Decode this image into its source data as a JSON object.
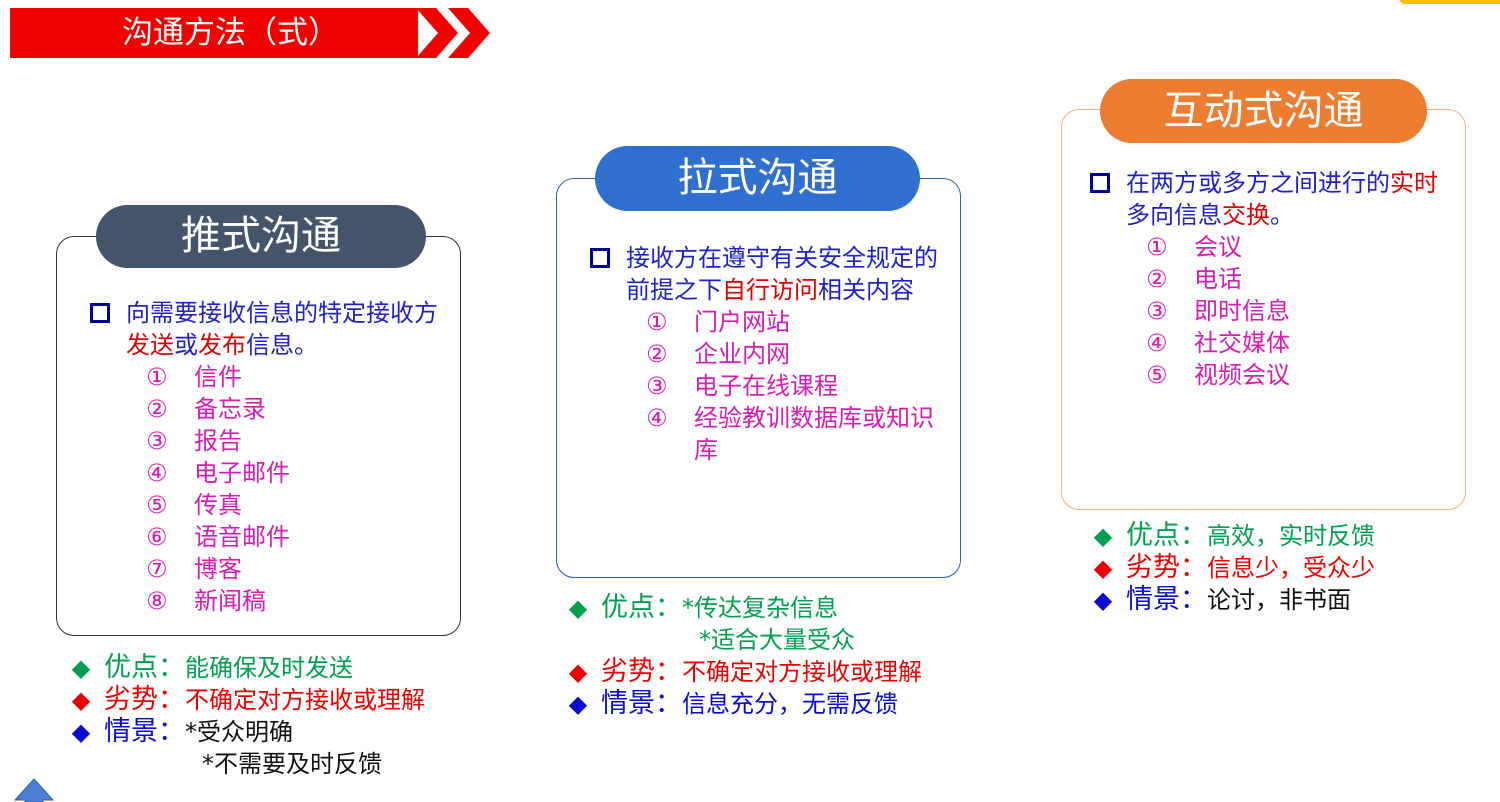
{
  "header": {
    "title": "沟通方法（式）"
  },
  "colors": {
    "header_bar": "#f20000",
    "push": "#44546a",
    "pull": "#2e6fd0",
    "interactive": "#ed7d31",
    "pro": "#00a050",
    "con": "#ee0000",
    "scene": "#0a0ad0"
  },
  "icons": {
    "chevrons": "double-chevron-right-icon",
    "up": "up-arrow-icon",
    "square_bullet": "square-bullet-icon",
    "diamond": "diamond-bullet-icon"
  },
  "push": {
    "title": "推式沟通",
    "desc_pre": "向需要接收信息的特定接收方",
    "desc_hl1": "发送",
    "desc_mid": "或",
    "desc_hl2": "发布",
    "desc_post": "信息。",
    "items": [
      {
        "num": "①",
        "text": "信件"
      },
      {
        "num": "②",
        "text": "备忘录"
      },
      {
        "num": "③",
        "text": "报告"
      },
      {
        "num": "④",
        "text": "电子邮件"
      },
      {
        "num": "⑤",
        "text": "传真"
      },
      {
        "num": "⑥",
        "text": "语音邮件"
      },
      {
        "num": "⑦",
        "text": "博客"
      },
      {
        "num": "⑧",
        "text": "新闻稿"
      }
    ],
    "pro_label": "优点：",
    "pro_text": "能确保及时发送",
    "con_label": "劣势：",
    "con_text": "不确定对方接收或理解",
    "scene_label": "情景：",
    "scene_text1": "*受众明确",
    "scene_text2": "*不需要及时反馈"
  },
  "pull": {
    "title": "拉式沟通",
    "desc_pre": "接收方在遵守有关安全规定的前提之下",
    "desc_hl": "自行访问",
    "desc_post": "相关内容",
    "items": [
      {
        "num": "①",
        "text": "门户网站"
      },
      {
        "num": "②",
        "text": "企业内网"
      },
      {
        "num": "③",
        "text": "电子在线课程"
      },
      {
        "num": "④",
        "text": "经验教训数据库或知识库"
      }
    ],
    "pro_label": "优点：",
    "pro_text1": "*传达复杂信息",
    "pro_text2": "*适合大量受众",
    "con_label": "劣势：",
    "con_text": "不确定对方接收或理解",
    "scene_label": "情景：",
    "scene_text": "信息充分，无需反馈"
  },
  "interactive": {
    "title": "互动式沟通",
    "desc_pre": "在两方或多方之间进行的",
    "desc_hl1": "实时",
    "desc_mid": "多向信息",
    "desc_hl2": "交换",
    "desc_post": "。",
    "items": [
      {
        "num": "①",
        "text": "会议"
      },
      {
        "num": "②",
        "text": "电话"
      },
      {
        "num": "③",
        "text": "即时信息"
      },
      {
        "num": "④",
        "text": "社交媒体"
      },
      {
        "num": "⑤",
        "text": "视频会议"
      }
    ],
    "pro_label": "优点：",
    "pro_text": "高效，实时反馈",
    "con_label": "劣势：",
    "con_text": "信息少，受众少",
    "scene_label": "情景：",
    "scene_text": "论讨，非书面"
  }
}
